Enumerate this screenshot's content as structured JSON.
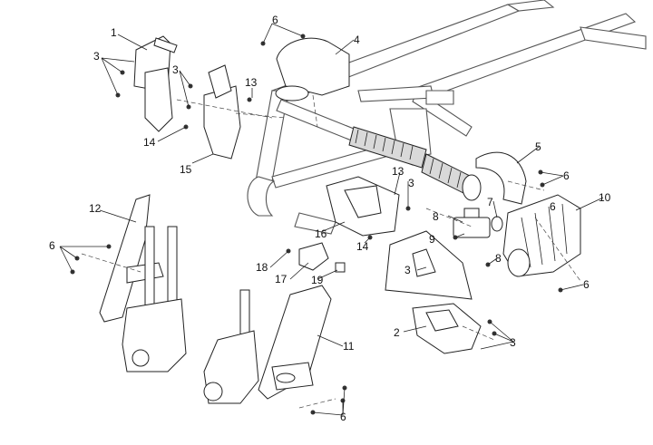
{
  "callouts": [
    {
      "id": "c1",
      "label": "1"
    },
    {
      "id": "c3a",
      "label": "3"
    },
    {
      "id": "c3b",
      "label": "3"
    },
    {
      "id": "c14a",
      "label": "14"
    },
    {
      "id": "c15",
      "label": "15"
    },
    {
      "id": "c13a",
      "label": "13"
    },
    {
      "id": "c6a",
      "label": "6"
    },
    {
      "id": "c4",
      "label": "4"
    },
    {
      "id": "c5",
      "label": "5"
    },
    {
      "id": "c6b",
      "label": "6"
    },
    {
      "id": "c10",
      "label": "10"
    },
    {
      "id": "c6c",
      "label": "6"
    },
    {
      "id": "c13b",
      "label": "13"
    },
    {
      "id": "c3c",
      "label": "3"
    },
    {
      "id": "c7",
      "label": "7"
    },
    {
      "id": "c8a",
      "label": "8"
    },
    {
      "id": "c9",
      "label": "9"
    },
    {
      "id": "c8b",
      "label": "8"
    },
    {
      "id": "c3d",
      "label": "3"
    },
    {
      "id": "c16",
      "label": "16"
    },
    {
      "id": "c14b",
      "label": "14"
    },
    {
      "id": "c12",
      "label": "12"
    },
    {
      "id": "c6d",
      "label": "6"
    },
    {
      "id": "c18",
      "label": "18"
    },
    {
      "id": "c17",
      "label": "17"
    },
    {
      "id": "c19",
      "label": "19"
    },
    {
      "id": "c6e",
      "label": "6"
    },
    {
      "id": "c2",
      "label": "2"
    },
    {
      "id": "c3e",
      "label": "3"
    },
    {
      "id": "c11",
      "label": "11"
    },
    {
      "id": "c6f",
      "label": "6"
    }
  ]
}
